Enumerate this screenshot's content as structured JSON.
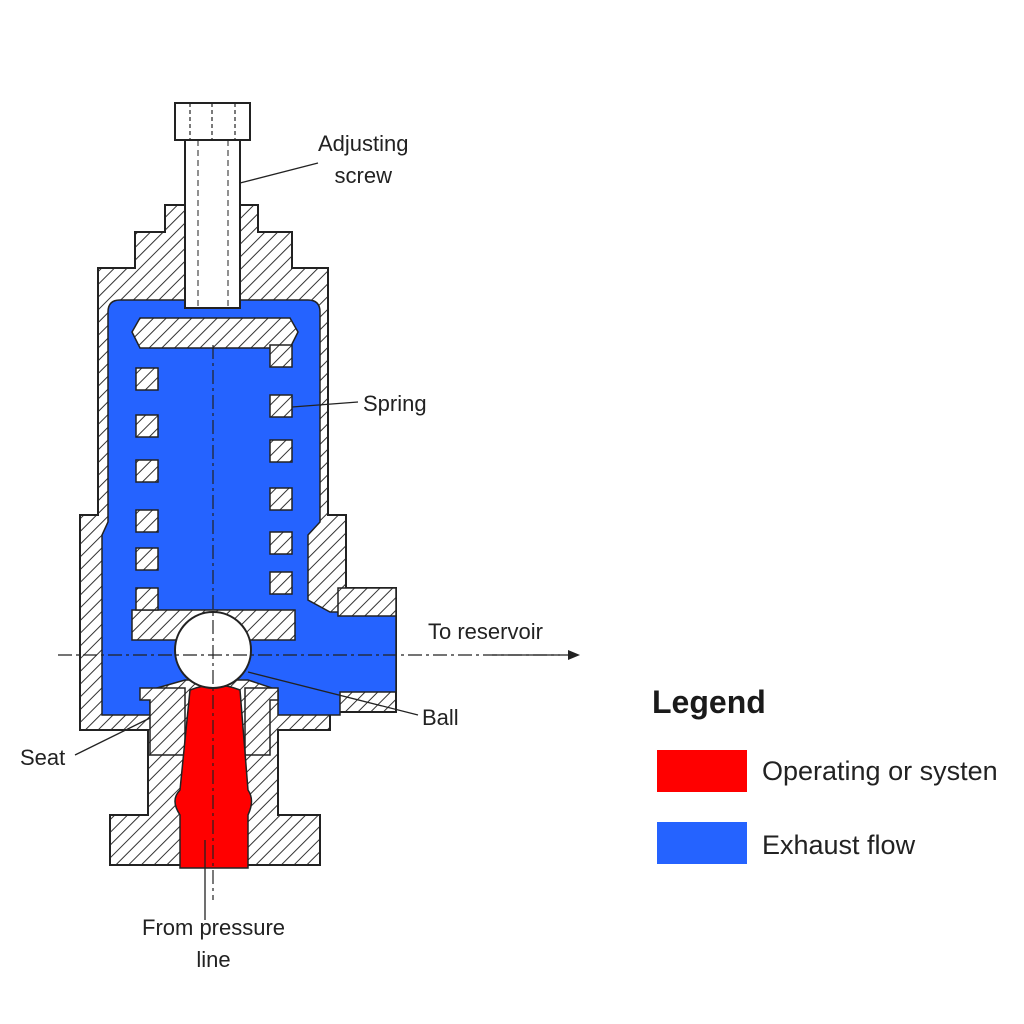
{
  "labels": {
    "adjusting_screw_line1": "Adjusting",
    "adjusting_screw_line2": "screw",
    "spring": "Spring",
    "to_reservoir": "To reservoir",
    "ball": "Ball",
    "seat": "Seat",
    "from_pressure_line1": "From pressure",
    "from_pressure_line2": "line"
  },
  "legend": {
    "title": "Legend",
    "items": [
      {
        "label": "Operating or systen",
        "color": "#ff0000"
      },
      {
        "label": "Exhaust flow",
        "color": "#2563ff"
      }
    ]
  },
  "colors": {
    "exhaust_flow": "#2563ff",
    "operating_pressure": "#ff0000",
    "outline": "#222222"
  }
}
